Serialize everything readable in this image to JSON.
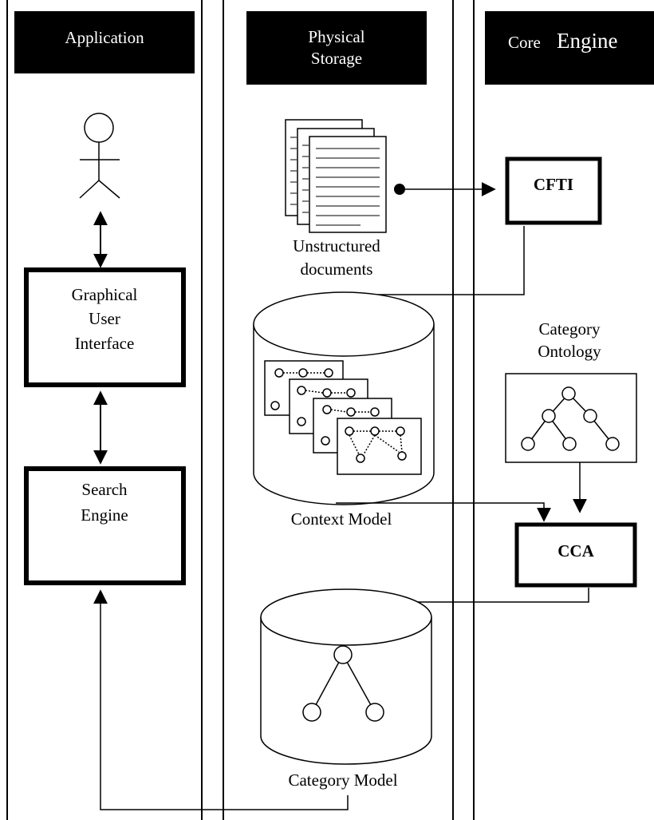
{
  "lanes": {
    "application": {
      "title": "Application"
    },
    "storage": {
      "title_line1": "Physical",
      "title_line2": "Storage"
    },
    "core": {
      "title_small": "Core",
      "title_big": "Engine"
    }
  },
  "nodes": {
    "gui": {
      "line1": "Graphical",
      "line2": "User",
      "line3": "Interface"
    },
    "search_engine": {
      "line1": "Search",
      "line2": "Engine"
    },
    "documents": {
      "line1": "Unstructured",
      "line2": "documents"
    },
    "context_model": {
      "label": "Context Model"
    },
    "category_model": {
      "label": "Category Model"
    },
    "cfti": {
      "label": "CFTI"
    },
    "cca": {
      "label": "CCA"
    },
    "ontology": {
      "line1": "Category",
      "line2": "Ontology"
    }
  }
}
